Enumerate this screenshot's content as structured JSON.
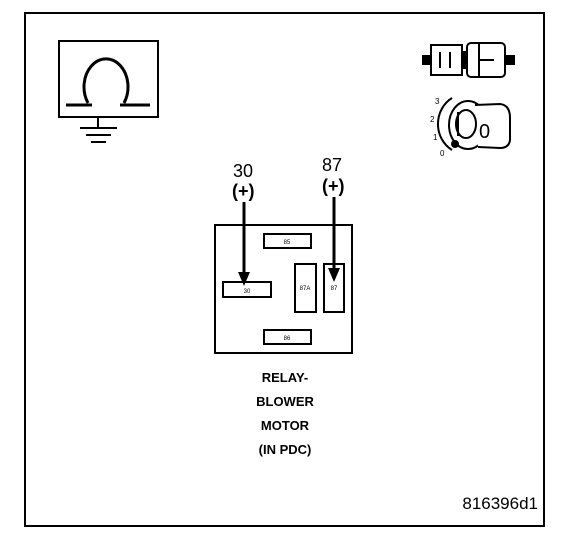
{
  "terminals": {
    "t30": {
      "number": "30",
      "polarity": "(+)"
    },
    "t87": {
      "number": "87",
      "polarity": "(+)"
    }
  },
  "relay": {
    "pins": {
      "p85": "85",
      "p30": "30",
      "p87A": "87A",
      "p87": "87",
      "p86": "86"
    },
    "caption": [
      "RELAY-",
      "BLOWER",
      "MOTOR",
      "(IN PDC)"
    ]
  },
  "ignition": {
    "positions": [
      "3",
      "2",
      "1",
      "0"
    ],
    "key_label": "0"
  },
  "figure_id": "816396d1",
  "icons": [
    "ohmmeter-icon",
    "ground-icon",
    "connector-icon",
    "ignition-switch-icon"
  ]
}
